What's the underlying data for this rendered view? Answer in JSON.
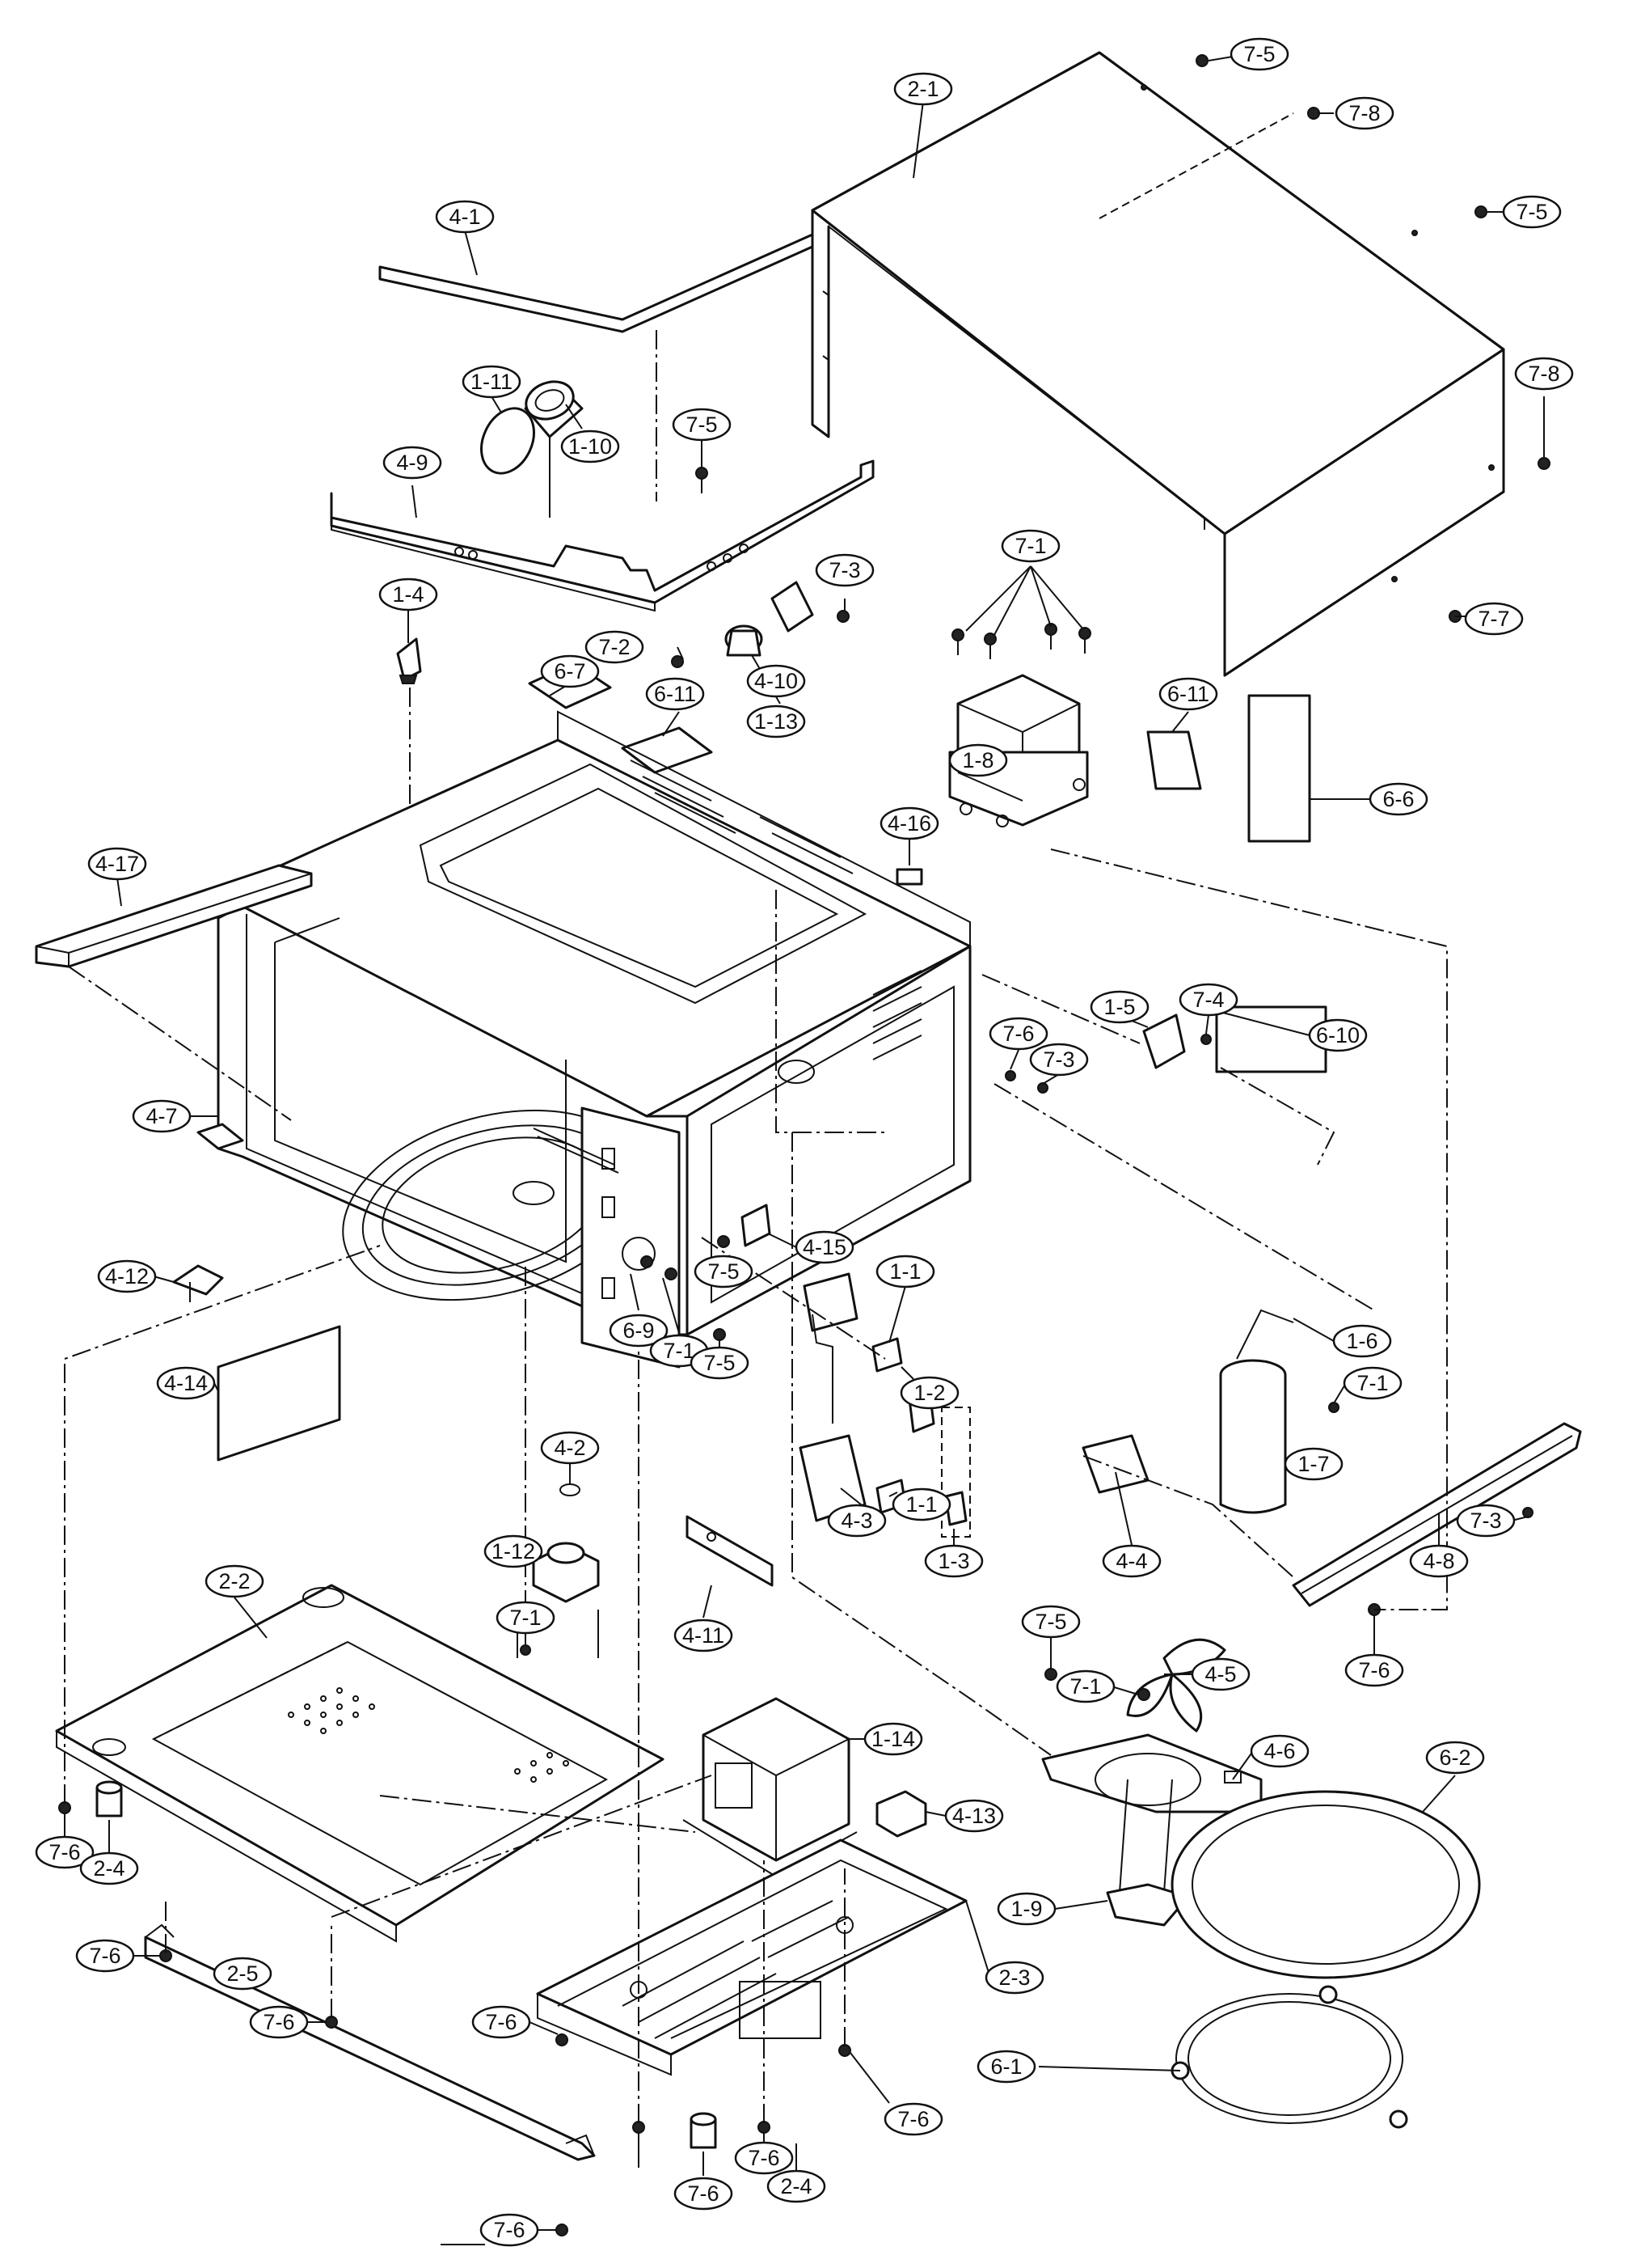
{
  "diagram": {
    "type": "exploded-parts-diagram",
    "labels": [
      {
        "id": "2-1"
      },
      {
        "id": "7-5"
      },
      {
        "id": "7-8"
      },
      {
        "id": "7-5"
      },
      {
        "id": "7-8"
      },
      {
        "id": "4-1"
      },
      {
        "id": "1-11"
      },
      {
        "id": "1-10"
      },
      {
        "id": "7-5"
      },
      {
        "id": "4-9"
      },
      {
        "id": "7-1"
      },
      {
        "id": "7-3"
      },
      {
        "id": "1-4"
      },
      {
        "id": "7-2"
      },
      {
        "id": "4-10"
      },
      {
        "id": "1-13"
      },
      {
        "id": "6-7"
      },
      {
        "id": "6-11"
      },
      {
        "id": "6-11"
      },
      {
        "id": "1-8"
      },
      {
        "id": "7-7"
      },
      {
        "id": "6-6"
      },
      {
        "id": "4-17"
      },
      {
        "id": "4-16"
      },
      {
        "id": "1-5"
      },
      {
        "id": "7-4"
      },
      {
        "id": "6-10"
      },
      {
        "id": "7-6"
      },
      {
        "id": "7-3"
      },
      {
        "id": "4-7"
      },
      {
        "id": "4-15"
      },
      {
        "id": "4-12"
      },
      {
        "id": "7-5"
      },
      {
        "id": "6-9"
      },
      {
        "id": "7-1"
      },
      {
        "id": "1-1"
      },
      {
        "id": "1-6"
      },
      {
        "id": "7-1"
      },
      {
        "id": "1-2"
      },
      {
        "id": "4-14"
      },
      {
        "id": "7-5"
      },
      {
        "id": "4-2"
      },
      {
        "id": "1-7"
      },
      {
        "id": "1-12"
      },
      {
        "id": "4-3"
      },
      {
        "id": "1-1"
      },
      {
        "id": "1-3"
      },
      {
        "id": "4-4"
      },
      {
        "id": "4-8"
      },
      {
        "id": "7-3"
      },
      {
        "id": "2-2"
      },
      {
        "id": "4-11"
      },
      {
        "id": "7-5"
      },
      {
        "id": "7-6"
      },
      {
        "id": "7-1"
      },
      {
        "id": "4-5"
      },
      {
        "id": "7-1"
      },
      {
        "id": "1-14"
      },
      {
        "id": "4-6"
      },
      {
        "id": "6-2"
      },
      {
        "id": "4-13"
      },
      {
        "id": "7-6"
      },
      {
        "id": "2-4"
      },
      {
        "id": "1-9"
      },
      {
        "id": "2-3"
      },
      {
        "id": "7-6"
      },
      {
        "id": "2-5"
      },
      {
        "id": "6-1"
      },
      {
        "id": "7-6"
      },
      {
        "id": "7-6"
      },
      {
        "id": "7-6"
      },
      {
        "id": "7-6"
      },
      {
        "id": "7-6"
      },
      {
        "id": "2-4"
      },
      {
        "id": "7-6"
      }
    ]
  }
}
